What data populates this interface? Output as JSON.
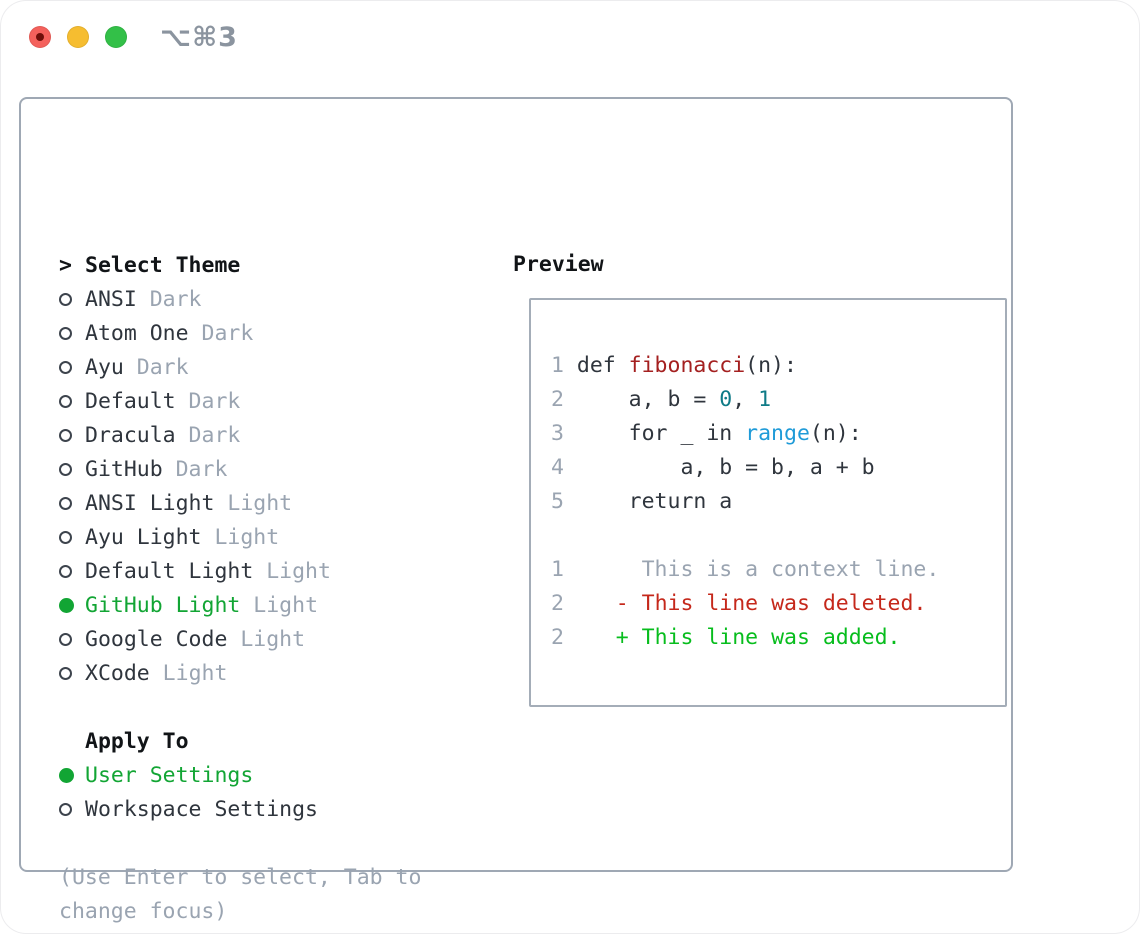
{
  "window": {
    "shortcut_title": "⌥⌘3",
    "traffic_lights": [
      "close",
      "minimize",
      "zoom"
    ]
  },
  "colors": {
    "text_dark": "#2f353d",
    "muted_gray": "#9aa4b1",
    "selected_green": "#12a534",
    "diff_added_green": "#07bd1d",
    "diff_deleted_red": "#c5281b",
    "function_red": "#a42020",
    "number_teal": "#0f7b87",
    "builtin_blue": "#1f9bd8",
    "panel_border": "#9fa8b4",
    "traffic_red": "#f4615c",
    "traffic_yellow": "#f6bd30",
    "traffic_green": "#33c048"
  },
  "theme_picker": {
    "cursor": ">",
    "header": "Select Theme",
    "items": [
      {
        "slug": "ansi-dark",
        "name": "ANSI",
        "variant": "Dark",
        "selected": false
      },
      {
        "slug": "atom-one-dark",
        "name": "Atom One",
        "variant": "Dark",
        "selected": false
      },
      {
        "slug": "ayu-dark",
        "name": "Ayu",
        "variant": "Dark",
        "selected": false
      },
      {
        "slug": "default-dark",
        "name": "Default",
        "variant": "Dark",
        "selected": false
      },
      {
        "slug": "dracula-dark",
        "name": "Dracula",
        "variant": "Dark",
        "selected": false
      },
      {
        "slug": "github-dark",
        "name": "GitHub",
        "variant": "Dark",
        "selected": false
      },
      {
        "slug": "ansi-light",
        "name": "ANSI Light",
        "variant": "Light",
        "selected": false
      },
      {
        "slug": "ayu-light",
        "name": "Ayu Light",
        "variant": "Light",
        "selected": false
      },
      {
        "slug": "default-light",
        "name": "Default Light",
        "variant": "Light",
        "selected": false
      },
      {
        "slug": "github-light",
        "name": "GitHub Light",
        "variant": "Light",
        "selected": true
      },
      {
        "slug": "google-code",
        "name": "Google Code",
        "variant": "Light",
        "selected": false
      },
      {
        "slug": "xcode",
        "name": "XCode",
        "variant": "Light",
        "selected": false
      }
    ]
  },
  "apply_to": {
    "header": "Apply To",
    "options": [
      {
        "slug": "user-settings",
        "label": "User Settings",
        "selected": true
      },
      {
        "slug": "workspace-settings",
        "label": "Workspace Settings",
        "selected": false
      }
    ]
  },
  "help_text": [
    "(Use Enter to select, Tab to",
    "change focus)"
  ],
  "preview": {
    "title": "Preview",
    "lines": [
      {
        "num": "",
        "segments": []
      },
      {
        "num": "1",
        "segments": [
          {
            "t": "def ",
            "c": "code"
          },
          {
            "t": "fibonacci",
            "c": "func"
          },
          {
            "t": "(n):",
            "c": "code"
          }
        ]
      },
      {
        "num": "2",
        "segments": [
          {
            "t": "    a, b = ",
            "c": "code"
          },
          {
            "t": "0",
            "c": "number"
          },
          {
            "t": ", ",
            "c": "code"
          },
          {
            "t": "1",
            "c": "number"
          }
        ]
      },
      {
        "num": "3",
        "segments": [
          {
            "t": "    for _ in ",
            "c": "code"
          },
          {
            "t": "range",
            "c": "builtin"
          },
          {
            "t": "(n):",
            "c": "code"
          }
        ]
      },
      {
        "num": "4",
        "segments": [
          {
            "t": "        a, b = b, a + b",
            "c": "code"
          }
        ]
      },
      {
        "num": "5",
        "segments": [
          {
            "t": "    return a",
            "c": "code"
          }
        ]
      },
      {
        "num": "",
        "segments": []
      },
      {
        "num": "1",
        "segments": [
          {
            "t": "     This is a context line.",
            "c": "gray"
          }
        ]
      },
      {
        "num": "2",
        "segments": [
          {
            "t": "   ",
            "c": "code"
          },
          {
            "t": "- This line was deleted.",
            "c": "del"
          }
        ]
      },
      {
        "num": "2",
        "segments": [
          {
            "t": "   ",
            "c": "code"
          },
          {
            "t": "+ This line was added.",
            "c": "add"
          }
        ]
      },
      {
        "num": "",
        "segments": []
      }
    ]
  }
}
